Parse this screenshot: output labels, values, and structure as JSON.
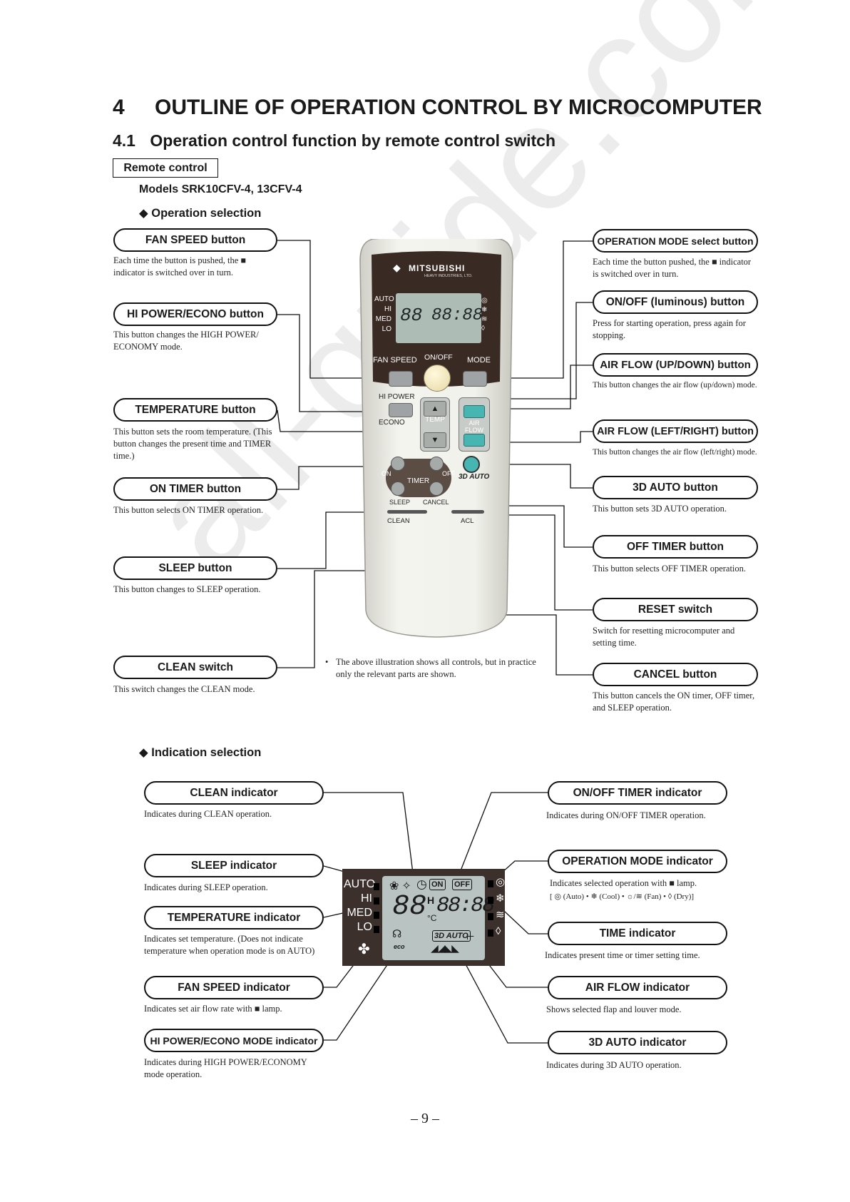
{
  "watermark": "all-guide.com",
  "heading": {
    "chapter_num": "4",
    "chapter_title": "OUTLINE OF OPERATION CONTROL BY MICROCOMPUTER",
    "section_num": "4.1",
    "section_title": "Operation control function by remote control switch",
    "tag": "Remote control",
    "models": "Models SRK10CFV-4, 13CFV-4"
  },
  "operation_selection": {
    "title": "◆ Operation selection",
    "left": [
      {
        "label": "FAN SPEED button",
        "desc": "Each time the button is pushed, the ■ indicator is switched over in turn."
      },
      {
        "label": "HI POWER/ECONO button",
        "desc": "This button changes the HIGH POWER/ ECONOMY mode."
      },
      {
        "label": "TEMPERATURE button",
        "desc": "This button sets the room temperature. (This button changes the present time and TIMER time.)"
      },
      {
        "label": "ON TIMER button",
        "desc": "This button selects ON TIMER operation."
      },
      {
        "label": "SLEEP button",
        "desc": "This button changes to SLEEP operation."
      },
      {
        "label": "CLEAN switch",
        "desc": "This switch changes the CLEAN mode."
      }
    ],
    "right": [
      {
        "label": "OPERATION MODE select button",
        "desc": "Each time the button pushed, the ■ indicator is switched over in turn."
      },
      {
        "label": "ON/OFF (luminous) button",
        "desc": "Press for starting operation, press again for stopping."
      },
      {
        "label": "AIR FLOW (UP/DOWN) button",
        "desc": "This button changes the air flow (up/down) mode."
      },
      {
        "label": "AIR FLOW (LEFT/RIGHT) button",
        "desc": "This button changes the air flow (left/right) mode."
      },
      {
        "label": "3D AUTO button",
        "desc": "This button sets 3D AUTO operation."
      },
      {
        "label": "OFF TIMER button",
        "desc": "This button selects OFF TIMER operation."
      },
      {
        "label": "RESET switch",
        "desc": "Switch for resetting microcomputer and setting time."
      },
      {
        "label": "CANCEL button",
        "desc": "This button cancels the ON timer, OFF timer, and SLEEP operation."
      }
    ],
    "note": "The above illustration shows all controls, but in practice only the relevant parts are shown."
  },
  "remote": {
    "brand": "MITSUBISHI",
    "brand_sub": "HEAVY INDUSTRIES, LTD.",
    "fan_speed": "FAN SPEED",
    "on_off": "ON/OFF",
    "mode": "MODE",
    "hi_power": "HI POWER",
    "econo": "ECONO",
    "temp": "TEMP",
    "air_flow": "AIR FLOW",
    "on": "ON",
    "off": "OFF",
    "timer": "TIMER",
    "sleep": "SLEEP",
    "cancel": "CANCEL",
    "auto3d": "3D AUTO",
    "clean": "CLEAN",
    "acl": "ACL"
  },
  "indication_selection": {
    "title": "◆ Indication selection",
    "left": [
      {
        "label": "CLEAN indicator",
        "desc": "Indicates during CLEAN operation."
      },
      {
        "label": "SLEEP indicator",
        "desc": "Indicates during SLEEP operation."
      },
      {
        "label": "TEMPERATURE indicator",
        "desc": "Indicates set temperature. (Does not indicate temperature when operation mode is on AUTO)"
      },
      {
        "label": "FAN SPEED indicator",
        "desc": "Indicates set air flow rate with ■ lamp."
      },
      {
        "label": "HI POWER/ECONO MODE indicator",
        "desc": "Indicates during HIGH POWER/ECONOMY mode operation."
      }
    ],
    "right": [
      {
        "label": "ON/OFF TIMER indicator",
        "desc": "Indicates during ON/OFF TIMER operation."
      },
      {
        "label": "OPERATION MODE indicator",
        "desc": "Indicates selected operation with ■ lamp.",
        "modes": "[ ◎ (Auto) • ❄ (Cool) • ☼/≋ (Fan) • ◊ (Dry)]"
      },
      {
        "label": "TIME indicator",
        "desc": "Indicates present time or timer setting time."
      },
      {
        "label": "AIR FLOW indicator",
        "desc": "Shows selected flap and louver mode."
      },
      {
        "label": "3D AUTO indicator",
        "desc": "Indicates during 3D AUTO operation."
      }
    ]
  },
  "lcd": {
    "fan_levels": [
      "AUTO",
      "HI",
      "MED",
      "LO"
    ],
    "temp_digits": "88",
    "temp_h": "H",
    "temp_unit": "°C",
    "time_digits": "88:88",
    "on": "ON",
    "off": "OFF",
    "auto3d": "3D AUTO",
    "eco": "eco"
  },
  "page_number": "– 9 –"
}
